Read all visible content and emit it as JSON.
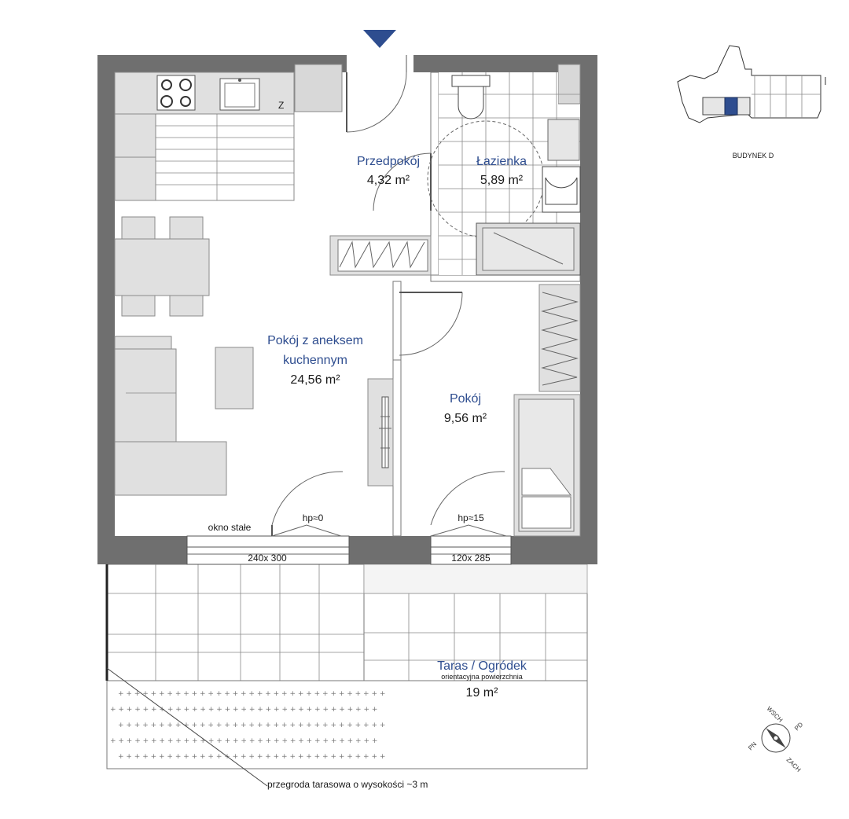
{
  "rooms": {
    "przedpokoj": {
      "name": "Przedpokój",
      "area": "4,32 m²"
    },
    "lazienka": {
      "name": "Łazienka",
      "area": "5,89 m²"
    },
    "pokoj_z_aneksem": {
      "name_line1": "Pokój z aneksem",
      "name_line2": "kuchennym",
      "area": "24,56 m²"
    },
    "pokoj": {
      "name": "Pokój",
      "area": "9,56 m²"
    },
    "taras": {
      "name": "Taras / Ogródek",
      "note": "orientacyjna powierzchnia",
      "area": "19 m²"
    }
  },
  "windows": {
    "fixed_label": "okno stałe",
    "hp_left": "hp≈0",
    "hp_right": "hp≈15",
    "size_left": "240x 300",
    "size_right": "120x 285"
  },
  "key_plan": {
    "label": "BUDYNEK D"
  },
  "partition_note": "przegroda tarasowa o wysokości ~3 m",
  "compass": {
    "n": "WSCH",
    "e": "PD",
    "s": "ZACH",
    "w": "PN"
  },
  "colors": {
    "wall": "#6f6f6f",
    "label_blue": "#2e4d8f",
    "entrance_marker": "#2e4d8f"
  }
}
